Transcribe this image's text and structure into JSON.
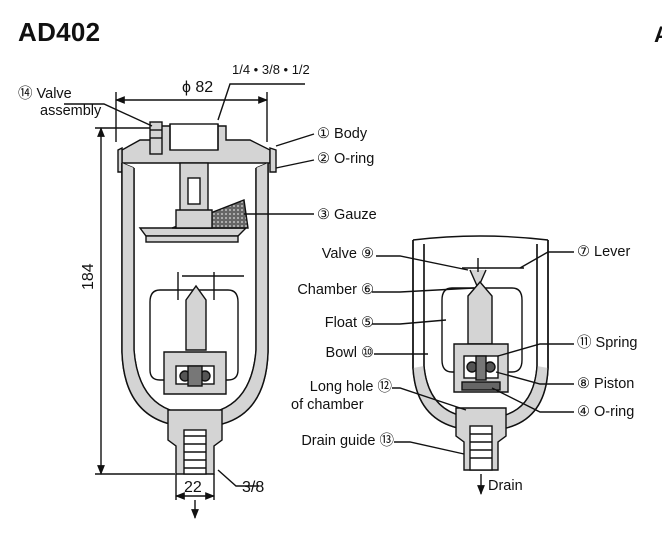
{
  "model": "AD402",
  "edge_char": "A",
  "dimensions": {
    "width_phi": "ϕ 82",
    "port_size": "1/4 • 3/8 • 1/2",
    "height": "184",
    "drain_width": "22",
    "drain_port": "3/8"
  },
  "left_labels": {
    "valve_assembly_1": "⑭ Valve",
    "valve_assembly_2": "assembly",
    "body": "① Body",
    "oring": "② O-ring",
    "gauze": "③ Gauze"
  },
  "right_labels": {
    "valve": "Valve ⑨",
    "chamber": "Chamber ⑥",
    "float": "Float ⑤",
    "bowl": "Bowl ⑩",
    "long_hole_1": "Long hole ⑫",
    "long_hole_2": "of chamber",
    "drain_guide": "Drain guide ⑬",
    "lever": "⑦ Lever",
    "spring": "⑪ Spring",
    "piston": "⑧ Piston",
    "oring": "④ O-ring",
    "drain": "Drain"
  },
  "colors": {
    "ink": "#111111",
    "fill": "#d4d4d4",
    "dark": "#555555"
  }
}
